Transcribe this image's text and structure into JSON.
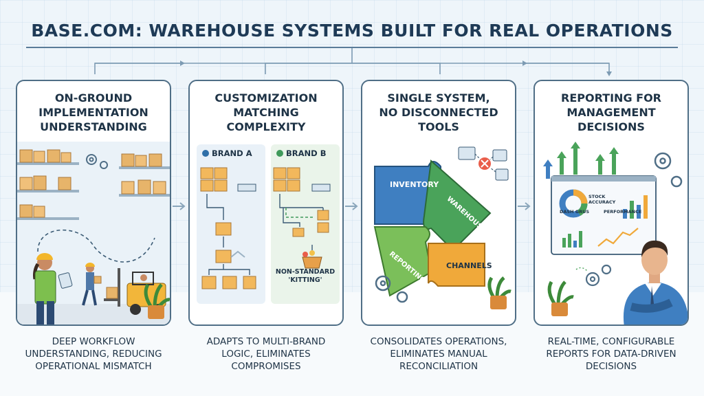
{
  "title": "BASE.COM: WAREHOUSE SYSTEMS BUILT FOR REAL OPERATIONS",
  "colors": {
    "heading": "#1e3a56",
    "card_border": "#4f6e86",
    "box": "#f2b85c",
    "inventory": "#3f7fc1",
    "warehouse": "#4aa35a",
    "reporting": "#7bbf5a",
    "channels": "#f0a93a"
  },
  "cards": [
    {
      "title": "ON-GROUND\nIMPLEMENTATION\nUNDERSTANDING",
      "caption": "DEEP WORKFLOW\nUNDERSTANDING, REDUCING\nOPERATIONAL MISMATCH"
    },
    {
      "title": "CUSTOMIZATION\nMATCHING\nCOMPLEXITY",
      "caption": "ADAPTS TO MULTI-BRAND\nLOGIC, ELIMINATES\nCOMPROMISES",
      "brand_a": "BRAND A",
      "brand_b": "BRAND B",
      "kitting_label": "NON-STANDARD\n'KITTING'"
    },
    {
      "title": "SINGLE SYSTEM,\nNO DISCONNECTED\nTOOLS",
      "caption": "CONSOLIDATES OPERATIONS,\nELIMINATES MANUAL\nRECONCILIATION",
      "puzzle": {
        "inventory": "INVENTORY",
        "warehouse": "WAREHOUSE",
        "reporting": "REPORTING",
        "channels": "CHANNELS"
      }
    },
    {
      "title": "REPORTING FOR\nMANAGEMENT\nDECISIONS",
      "caption": "REAL-TIME, CONFIGURABLE\nREPORTS FOR DATA-DRIVEN\nDECISIONS",
      "dashboard": {
        "stock_accuracy": "STOCK\nACCURACY",
        "dash_label": "DASH GRUS",
        "performance": "PERFORMANCE"
      }
    }
  ]
}
